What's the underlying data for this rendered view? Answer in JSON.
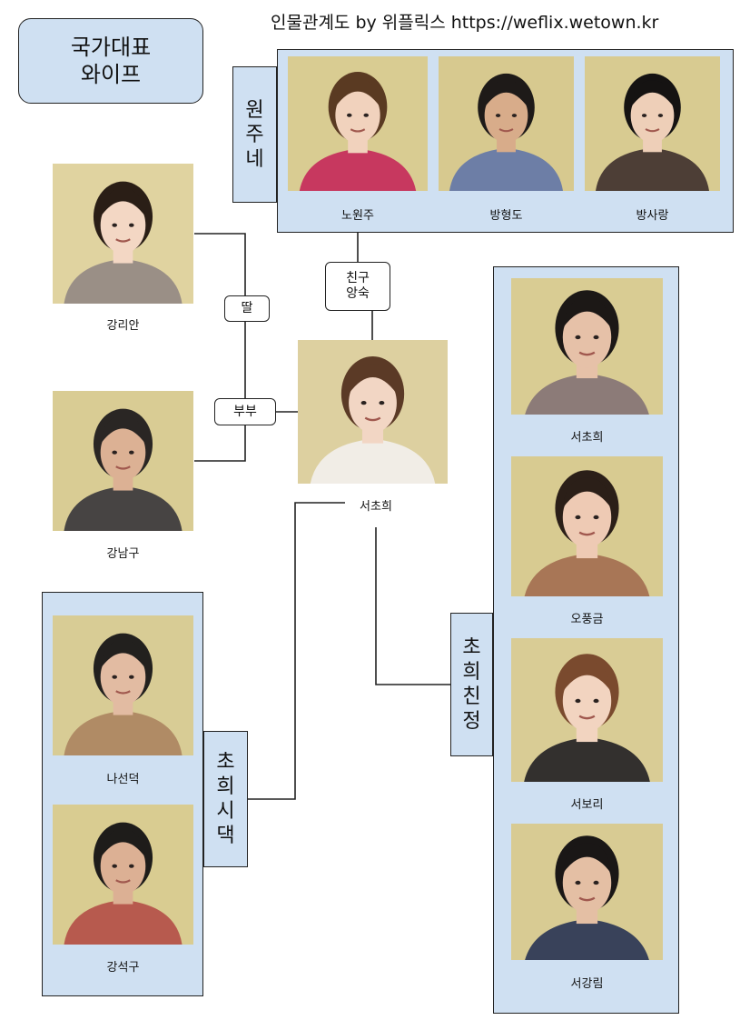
{
  "header": {
    "title_box": "국가대표\n와이프",
    "credit": "인물관계도 by 위플릭스 https://weflix.wetown.kr"
  },
  "groups": {
    "wonju": {
      "label": "원\n주\n네"
    },
    "sidaek": {
      "label": "초\n희\n시\n댁"
    },
    "chinjeong": {
      "label": "초\n희\n친\n정"
    }
  },
  "relations": {
    "daughter": "딸",
    "couple": "부부",
    "friend_rival": "친구\n앙숙"
  },
  "people": {
    "noh_wonju": {
      "name": "노원주",
      "bg": "#d9cc92",
      "hair": "#5a3a22",
      "skin": "#f1d2bd",
      "cloth": "#c7385f"
    },
    "bang_hyungdo": {
      "name": "방형도",
      "bg": "#d7c98f",
      "hair": "#1e1a18",
      "skin": "#d8ac8a",
      "cloth": "#6d7ea6"
    },
    "bang_sarang": {
      "name": "방사랑",
      "bg": "#d8cb91",
      "hair": "#151312",
      "skin": "#eecfb8",
      "cloth": "#4d3e36"
    },
    "kang_rian": {
      "name": "강리안",
      "bg": "#e0d3a0",
      "hair": "#2a1e16",
      "skin": "#f3d7c4",
      "cloth": "#9a8f86"
    },
    "kang_namgu": {
      "name": "강남구",
      "bg": "#d9cc94",
      "hair": "#2a2624",
      "skin": "#dcb194",
      "cloth": "#474443"
    },
    "seo_chohui_center": {
      "name": "서초희",
      "bg": "#ddd0a0",
      "hair": "#5b3a26",
      "skin": "#f2d6c4",
      "cloth": "#f1ede6"
    },
    "seo_chohui_right": {
      "name": "서초희",
      "bg": "#d9cc93",
      "hair": "#1c1816",
      "skin": "#e6c1a8",
      "cloth": "#8c7b78"
    },
    "oh_punggeum": {
      "name": "오풍금",
      "bg": "#d8cb91",
      "hair": "#2b1f18",
      "skin": "#eecab4",
      "cloth": "#a87656"
    },
    "seo_bori": {
      "name": "서보리",
      "bg": "#d9cc95",
      "hair": "#7a4a2e",
      "skin": "#f2d4c0",
      "cloth": "#33302e"
    },
    "seo_ganglim": {
      "name": "서강림",
      "bg": "#d8cb93",
      "hair": "#1a1716",
      "skin": "#e4bfa4",
      "cloth": "#39425a"
    },
    "na_seondeok": {
      "name": "나선덕",
      "bg": "#d8cc95",
      "hair": "#22201e",
      "skin": "#e2bba2",
      "cloth": "#b08b65"
    },
    "kang_seokgu": {
      "name": "강석구",
      "bg": "#d9cc91",
      "hair": "#1e1c1a",
      "skin": "#dcb094",
      "cloth": "#b75a4e"
    }
  }
}
